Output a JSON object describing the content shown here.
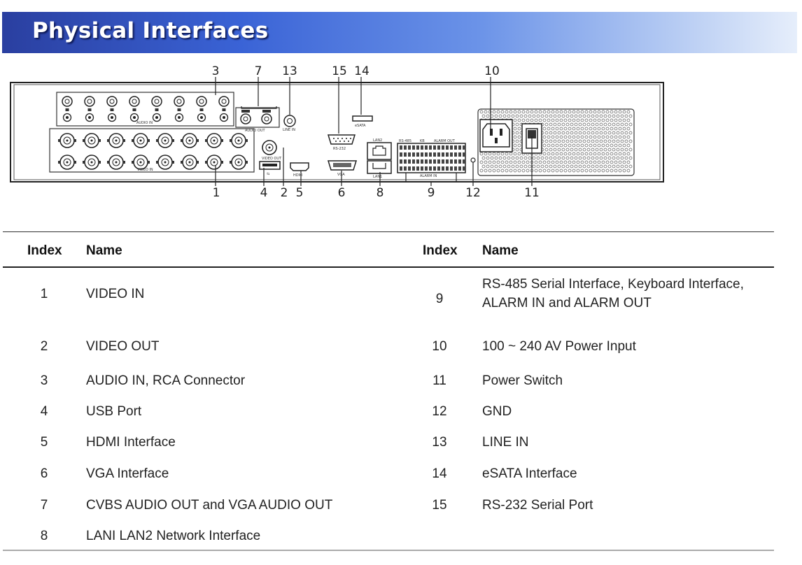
{
  "header": {
    "title": "Physical Interfaces"
  },
  "diagram": {
    "callouts": [
      "1",
      "2",
      "3",
      "4",
      "5",
      "6",
      "7",
      "8",
      "9",
      "10",
      "11",
      "12",
      "13",
      "14",
      "15"
    ],
    "panel_labels": {
      "audio_in": "AUDIO IN",
      "video_in": "VIDEO IN",
      "audio_out": "AUDIO OUT",
      "line_in": "LINE IN",
      "video_out": "VIDEO OUT",
      "hdmi": "HDMI",
      "rs232": "RS-232",
      "vga": "VGA",
      "esata": "eSATA",
      "lan2": "LAN2",
      "lan1": "LAN1",
      "alarm_out": "ALARM OUT",
      "alarm_in": "ALARM IN",
      "rs485": "RS-485",
      "kb": "KB"
    }
  },
  "table": {
    "headers": {
      "index_left": "Index",
      "name_left": "Name",
      "index_right": "Index",
      "name_right": "Name"
    },
    "left": [
      {
        "index": "1",
        "name": "VIDEO IN"
      },
      {
        "index": "2",
        "name": "VIDEO OUT"
      },
      {
        "index": "3",
        "name": "AUDIO IN, RCA Connector"
      },
      {
        "index": "4",
        "name": "USB Port"
      },
      {
        "index": "5",
        "name": "HDMI Interface"
      },
      {
        "index": "6",
        "name": "VGA Interface"
      },
      {
        "index": "7",
        "name": "CVBS AUDIO OUT and VGA AUDIO OUT"
      },
      {
        "index": "8",
        "name": "LANI LAN2 Network Interface"
      }
    ],
    "right": [
      {
        "index": "9",
        "name": "RS-485 Serial Interface, Keyboard Interface, ALARM IN and ALARM OUT"
      },
      {
        "index": "10",
        "name": "100 ~ 240 AV Power Input"
      },
      {
        "index": "11",
        "name": "Power Switch"
      },
      {
        "index": "12",
        "name": "GND"
      },
      {
        "index": "13",
        "name": "LINE IN"
      },
      {
        "index": "14",
        "name": "eSATA Interface"
      },
      {
        "index": "15",
        "name": "RS-232 Serial Port"
      }
    ]
  }
}
